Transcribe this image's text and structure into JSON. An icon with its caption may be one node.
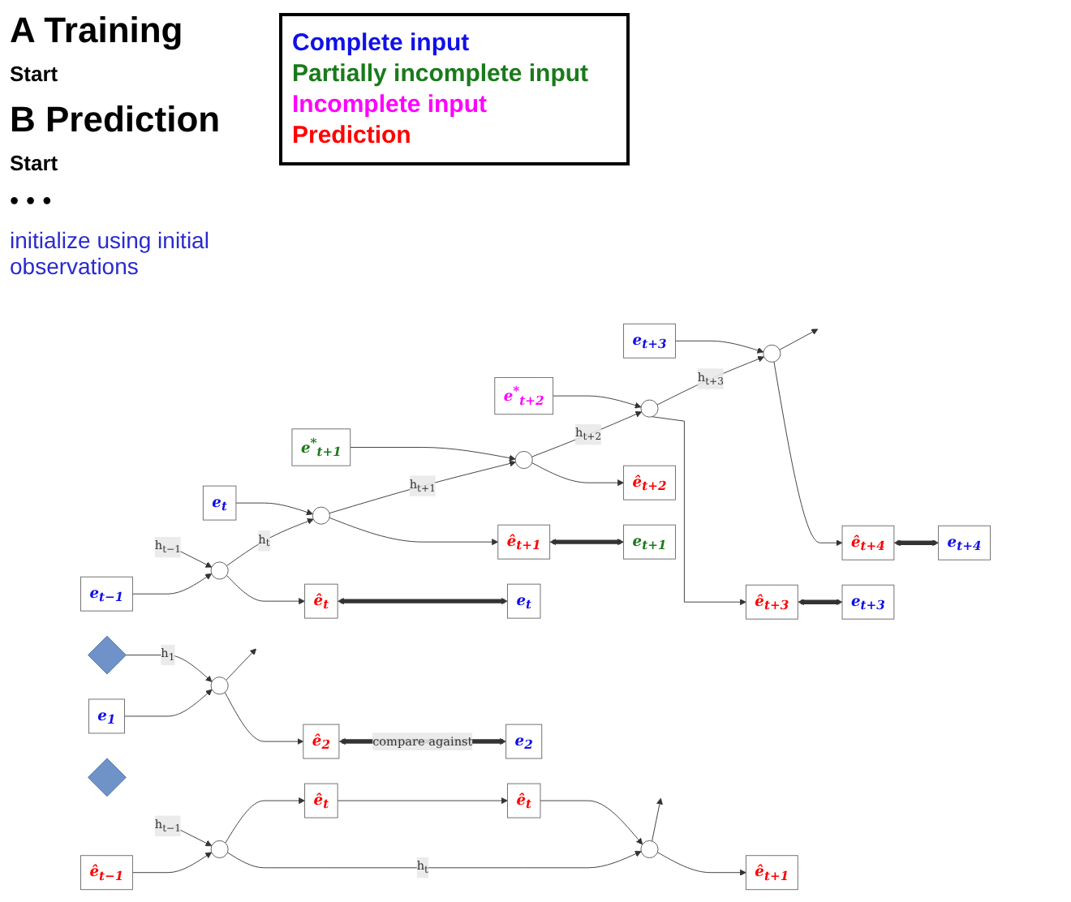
{
  "diagram": {
    "nodes": [
      {
        "text": [
          "e$_{1}$"
        ]
      },
      {
        "text": [
          "e$_{t−1}$"
        ]
      },
      {
        "text": [
          "e$_{t}$"
        ]
      },
      {
        "text": [
          "e$^{*}$$_{t+1}$"
        ]
      },
      {
        "text": [
          "e$^{*}$$_{t+2}$"
        ]
      },
      {
        "text": [
          "e$_{t+3}$"
        ]
      },
      {
        "text": [],
        "shape": "diamond"
      },
      {
        "text": [],
        "shape": "circle"
      },
      {
        "text": [],
        "shape": "circle"
      },
      {
        "text": [],
        "shape": "circle"
      },
      {
        "text": [],
        "shape": "circle"
      },
      {
        "text": [],
        "shape": "circle"
      },
      {
        "text": [],
        "shape": "circle"
      },
      {
        "text": [
          "ê$_{2}$"
        ]
      },
      {
        "text": [
          "ê$_{t}$"
        ]
      },
      {
        "text": [
          "ê$_{t+1}$"
        ]
      },
      {
        "text": [
          "ê$_{t+2}$"
        ]
      },
      {
        "text": [
          "ê$_{t+3}$"
        ]
      },
      {
        "text": [
          "ê$_{t+4}$"
        ]
      },
      {
        "text": [
          "e$_{2}$"
        ]
      },
      {
        "text": [
          "e$_{t}$"
        ]
      },
      {
        "text": [
          "e$_{t+1}$"
        ]
      },
      {
        "text": [
          "e$_{t+3}$"
        ]
      },
      {
        "text": [
          "e$_{t+4}$"
        ]
      },
      {
        "text": [
          "ê$_{t−1}$"
        ]
      },
      {
        "text": [
          "ê$_{t}$"
        ]
      },
      {
        "text": [],
        "shape": "diamond"
      },
      {
        "text": [],
        "shape": "circle"
      },
      {
        "text": [],
        "shape": "circle"
      },
      {
        "text": [
          "ê$_{t}$"
        ]
      },
      {
        "text": [
          "ê$_{t+1}$"
        ]
      }
    ],
    "edges": [
      {
        "from": 6,
        "to": 7,
        "arrow": "to",
        "label": "h$_{1}$"
      },
      {
        "from": null,
        "to": 8,
        "arrow": "to",
        "label": "h$_{t−1}$"
      },
      {
        "from": 7,
        "to": null,
        "arrow": "to"
      },
      {
        "from": 8,
        "to": 9,
        "arrow": "to",
        "label": "h$_{t}$"
      },
      {
        "from": 9,
        "to": 10,
        "arrow": "to",
        "label": "h$_{t+1}$"
      },
      {
        "from": 10,
        "to": 11,
        "arrow": "to",
        "label": "h$_{t+2}$"
      },
      {
        "from": 11,
        "to": 12,
        "arrow": "to",
        "label": "h$_{t+3}$"
      },
      {
        "from": 12,
        "to": null,
        "arrow": "to"
      },
      {
        "from": 0,
        "to": 7,
        "arrow": "to"
      },
      {
        "from": 1,
        "to": 8,
        "arrow": "to"
      },
      {
        "from": 2,
        "to": 9,
        "arrow": "to"
      },
      {
        "from": 3,
        "to": 10,
        "arrow": "to"
      },
      {
        "from": 4,
        "to": 11,
        "arrow": "to"
      },
      {
        "from": 5,
        "to": 12,
        "arrow": "to"
      },
      {
        "from": 7,
        "to": 13,
        "arrow": "to"
      },
      {
        "from": 8,
        "to": 14,
        "arrow": "to"
      },
      {
        "from": 9,
        "to": 15,
        "arrow": "to"
      },
      {
        "from": 10,
        "to": 16,
        "arrow": "to"
      },
      {
        "from": 11,
        "to": 17,
        "arrow": "to"
      },
      {
        "from": 12,
        "to": 18,
        "arrow": "to"
      },
      {
        "from": 13,
        "to": 19,
        "arrow": "both",
        "style": "thick",
        "label": "compare against"
      },
      {
        "from": 14,
        "to": 20,
        "arrow": "both",
        "style": "thick"
      },
      {
        "from": 15,
        "to": 21,
        "arrow": "both",
        "style": "thick"
      },
      {
        "from": 17,
        "to": 22,
        "arrow": "both",
        "style": "thick"
      },
      {
        "from": 18,
        "to": 23,
        "arrow": "both",
        "style": "thick"
      },
      {
        "from": null,
        "to": 27,
        "arrow": "to",
        "label": "h$_{t−1}$"
      },
      {
        "from": 24,
        "to": 27,
        "arrow": "to"
      },
      {
        "from": 27,
        "to": 29,
        "arrow": "to"
      },
      {
        "from": 29,
        "to": 25,
        "arrow": "to"
      },
      {
        "from": 25,
        "to": 28,
        "arrow": "to"
      },
      {
        "from": 27,
        "to": 28,
        "arrow": "to",
        "label": "h$_{t}$"
      },
      {
        "from": 28,
        "to": null,
        "arrow": "to"
      },
      {
        "from": 28,
        "to": 30,
        "arrow": "to"
      }
    ],
    "labels": [
      "A Training",
      "Start",
      "B Prediction",
      "Start",
      "• • •",
      "initialize using initial observations"
    ],
    "legend": [
      {
        "text": "Complete input",
        "color": "#1010e8"
      },
      {
        "text": "Partially incomplete input",
        "color": "#1a7a1a"
      },
      {
        "text": "Incomplete input",
        "color": "#ff00ff"
      },
      {
        "text": "Prediction",
        "color": "#ff0000"
      }
    ]
  }
}
